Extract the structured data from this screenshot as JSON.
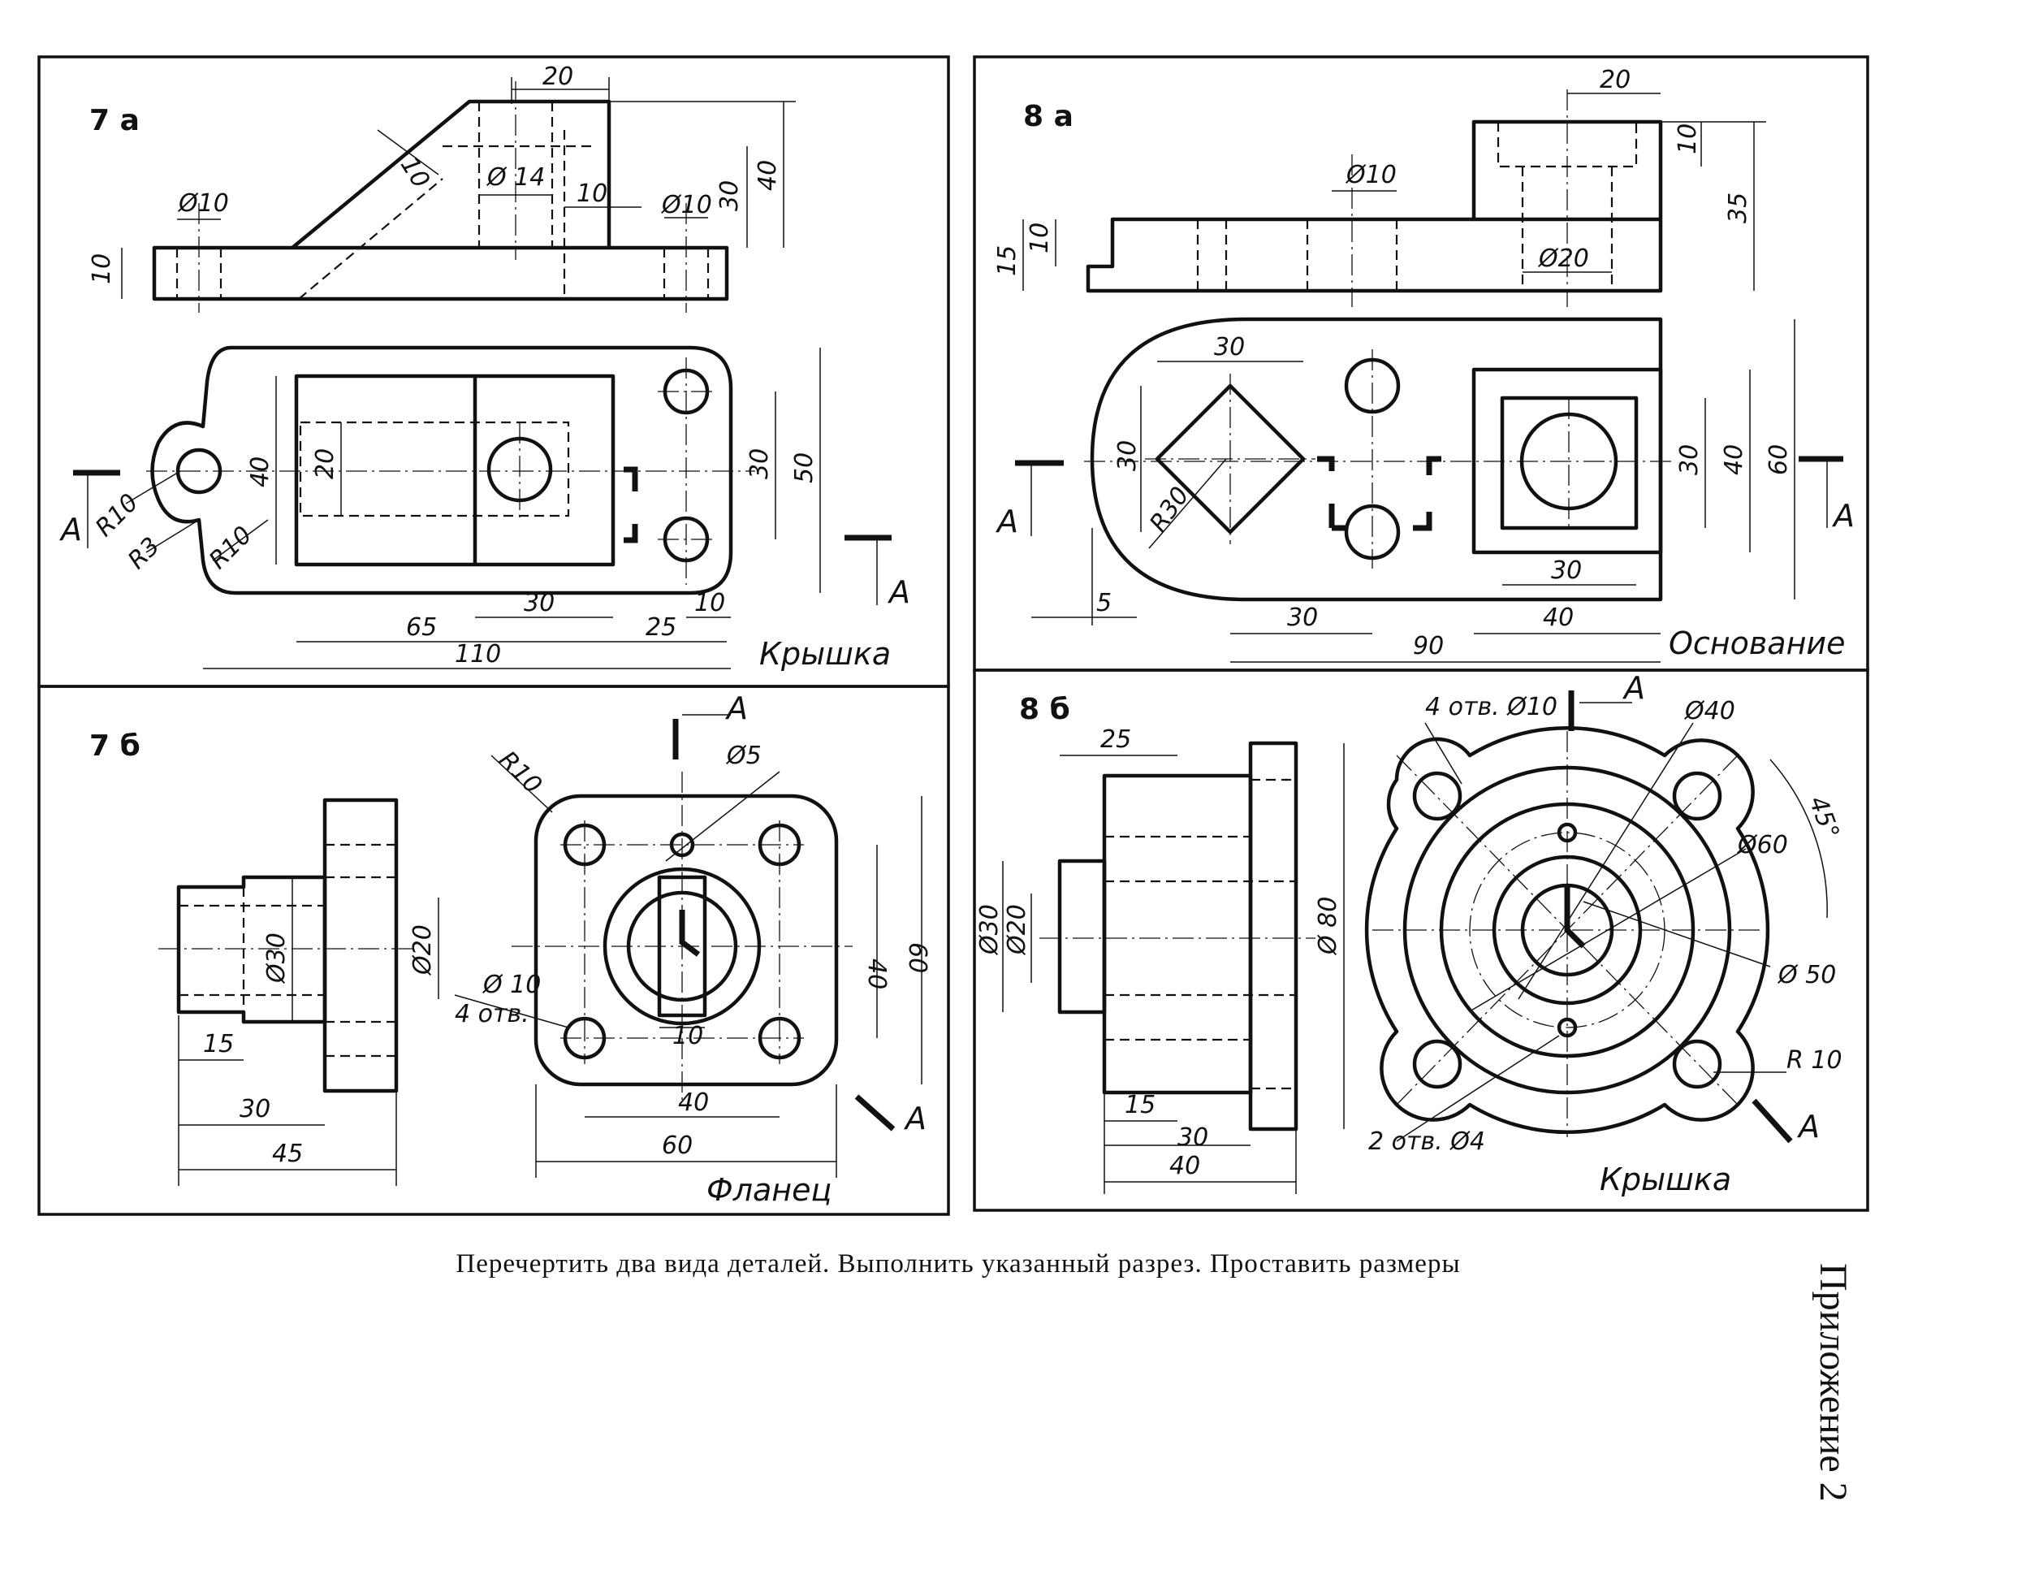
{
  "panels": [
    {
      "id": "7 а",
      "name": "Крышка",
      "dims": [
        "20",
        "10",
        "Ø 14",
        "10",
        "Ø10",
        "30",
        "40",
        "Ø10",
        "10",
        "40",
        "20",
        "30",
        "50",
        "R10",
        "R3",
        "R10",
        "65",
        "30",
        "25",
        "10",
        "110"
      ],
      "section_letter": "A"
    },
    {
      "id": "8 а",
      "name": "Основание",
      "dims": [
        "20",
        "10",
        "35",
        "Ø10",
        "15",
        "10",
        "Ø20",
        "30",
        "30",
        "R30",
        "5",
        "30",
        "40",
        "60",
        "30",
        "30",
        "40",
        "90"
      ],
      "section_letter": "A"
    },
    {
      "id": "7 б",
      "name": "Фланец",
      "dims": [
        "R10",
        "Ø5",
        "Ø30",
        "Ø20",
        "15",
        "30",
        "45",
        "40",
        "60",
        "Ø 10",
        "4 отв.",
        "10",
        "40",
        "60"
      ],
      "section_letter": "A"
    },
    {
      "id": "8 б",
      "name": "Крышка",
      "dims": [
        "25",
        "4 отв. Ø10",
        "Ø40",
        "45°",
        "Ø60",
        "Ø30",
        "Ø20",
        "Ø 80",
        "Ø 50",
        "R 10",
        "15",
        "30",
        "40",
        "2 отв. Ø4"
      ],
      "section_letter": "A"
    }
  ],
  "caption": "Перечертить два вида деталей. Выполнить указанный разрез. Проставить размеры",
  "appendix": "Приложение 2"
}
